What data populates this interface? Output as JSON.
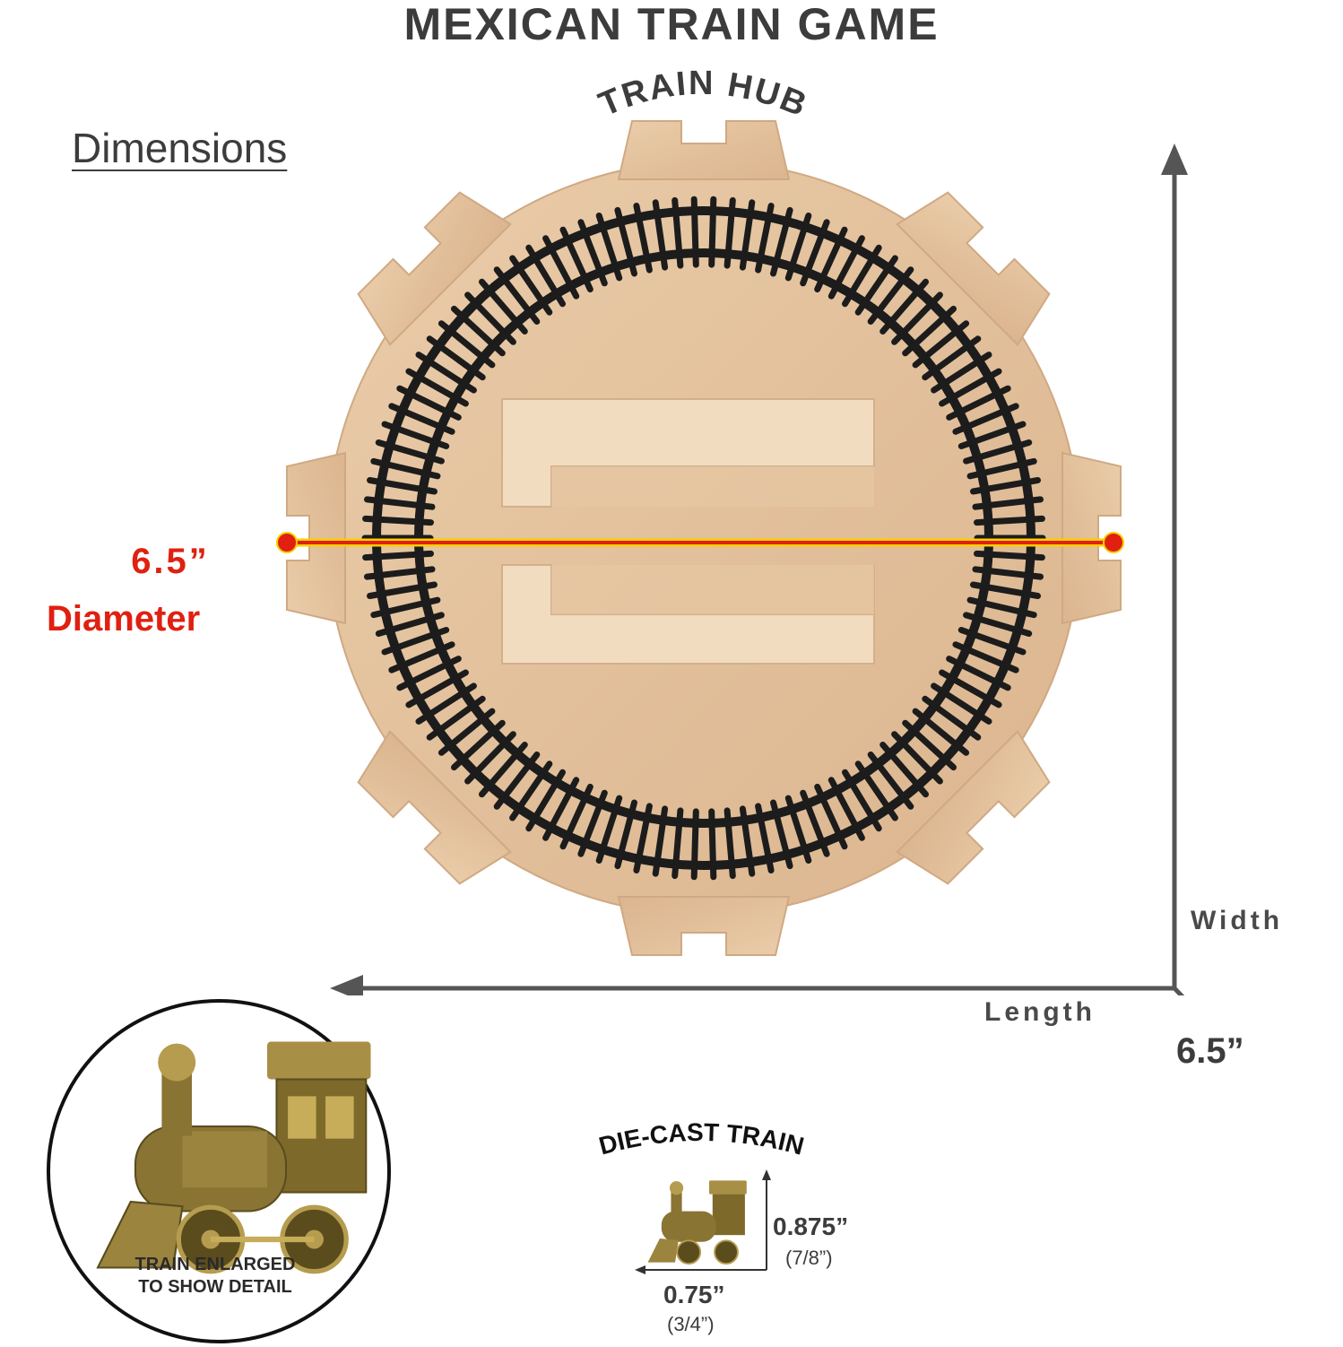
{
  "title": "MEXICAN TRAIN GAME",
  "hub_label": "TRAIN HUB",
  "dimensions_heading": "Dimensions",
  "diameter": {
    "value": "6.5”",
    "label": "Diameter"
  },
  "axes": {
    "width_label": "Width",
    "length_label": "Length",
    "size": "6.5”"
  },
  "enlarged_caption": {
    "line1": "TRAIN ENLARGED",
    "line2": "TO SHOW DETAIL"
  },
  "diecast": {
    "label": "DIE-CAST TRAIN",
    "height": "0.875”",
    "height_fraction": "(7/8”)",
    "width": "0.75”",
    "width_fraction": "(3/4”)"
  },
  "colors": {
    "wood": "#e3c3a1",
    "wood_light": "#f1dcc0",
    "track": "#1c1c1c",
    "accent_red": "#e02010",
    "accent_yellow": "#f5d000",
    "brass": "#8a7434"
  }
}
